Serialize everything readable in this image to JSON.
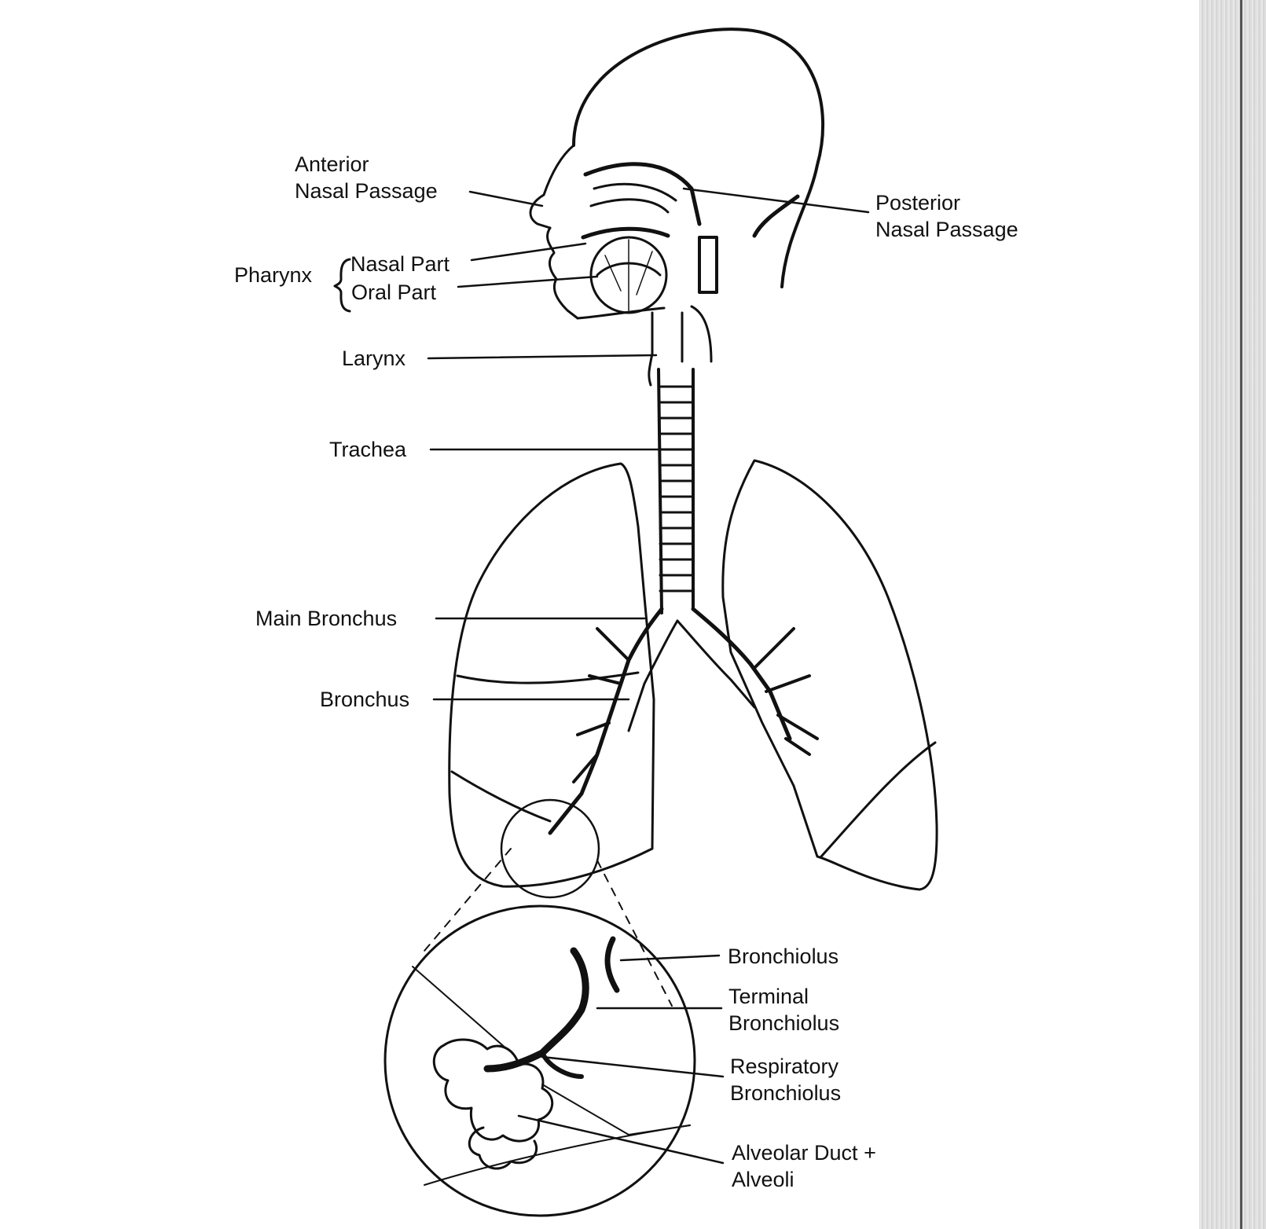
{
  "diagram": {
    "labels": {
      "anterior_nasal": "Anterior\nNasal Passage",
      "posterior_nasal": "Posterior\nNasal Passage",
      "pharynx": "Pharynx",
      "nasal_part": "Nasal Part",
      "oral_part": "Oral Part",
      "larynx": "Larynx",
      "trachea": "Trachea",
      "main_bronchus": "Main Bronchus",
      "bronchus": "Bronchus",
      "bronchiolus": "Bronchiolus",
      "terminal_bronchiolus": "Terminal\nBronchiolus",
      "respiratory_bronchiolus": "Respiratory\nBronchiolus",
      "alveolar_duct": "Alveolar Duct +\nAlveoli"
    },
    "colors": {
      "ink": "#111111",
      "paper": "#ffffff"
    }
  }
}
